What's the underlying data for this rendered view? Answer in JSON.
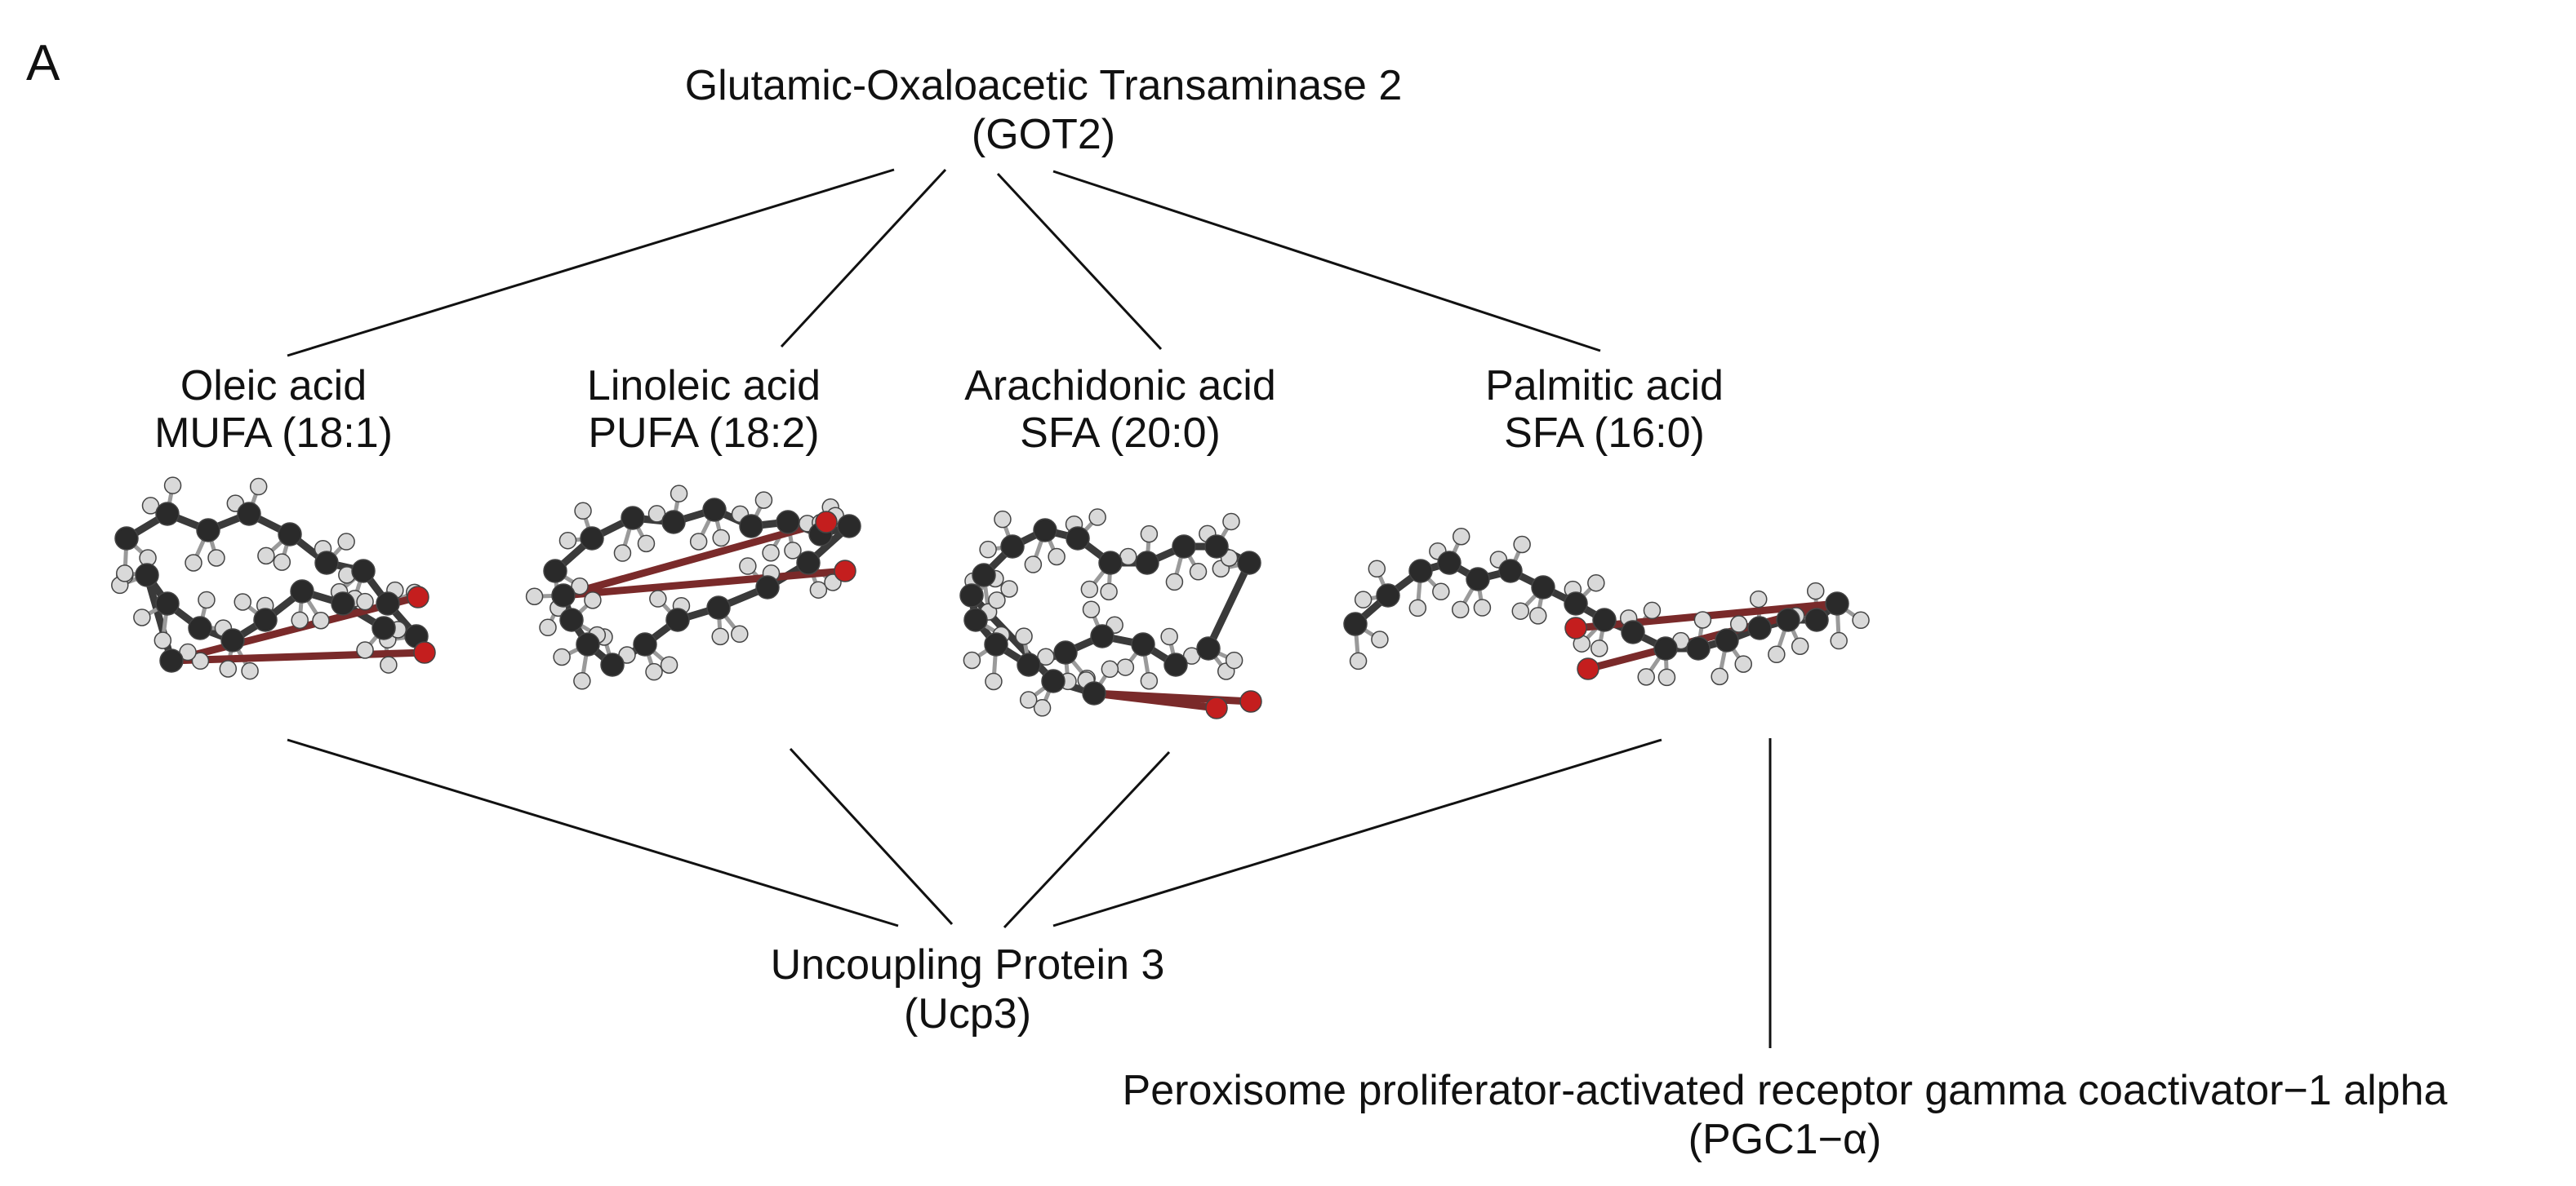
{
  "panel_label": "A",
  "nodes": {
    "got2": {
      "line1": "Glutamic-Oxaloacetic Transaminase 2",
      "line2": "(GOT2)"
    },
    "oleic": {
      "line1": "Oleic acid",
      "line2": "MUFA (18:1)"
    },
    "linoleic": {
      "line1": "Linoleic acid",
      "line2": "PUFA (18:2)"
    },
    "arachidonic": {
      "line1": "Arachidonic acid",
      "line2": "SFA (20:0)"
    },
    "palmitic": {
      "line1": "Palmitic acid",
      "line2": "SFA (16:0)"
    },
    "ucp3": {
      "line1": "Uncoupling Protein 3",
      "line2": "(Ucp3)"
    },
    "pgc1a": {
      "line1": "Peroxisome proliferator-activated receptor gamma coactivator−1 alpha",
      "line2": "(PGC1−α)"
    }
  },
  "edges": [
    {
      "from": "got2",
      "to": "oleic"
    },
    {
      "from": "got2",
      "to": "linoleic"
    },
    {
      "from": "got2",
      "to": "arachidonic"
    },
    {
      "from": "got2",
      "to": "palmitic"
    },
    {
      "from": "oleic",
      "to": "ucp3"
    },
    {
      "from": "linoleic",
      "to": "ucp3"
    },
    {
      "from": "arachidonic",
      "to": "ucp3"
    },
    {
      "from": "palmitic",
      "to": "ucp3"
    },
    {
      "from": "palmitic",
      "to": "pgc1a"
    }
  ],
  "colors": {
    "carbon": "#2a2a2a",
    "hydrogen": "#d9d9d9",
    "oxygen": "#c41e1e",
    "line": "#111111"
  }
}
